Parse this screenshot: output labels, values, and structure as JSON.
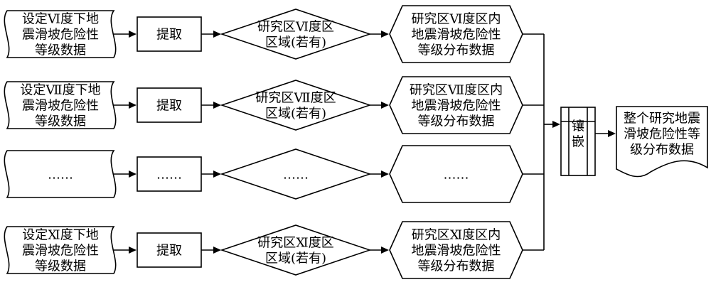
{
  "rows": [
    {
      "input": [
        "设定Ⅵ度下地",
        "震滑坡危险性",
        "等级数据"
      ],
      "extract": [
        "提取"
      ],
      "region": [
        "研究区Ⅵ度区",
        "区域(若有)"
      ],
      "output": [
        "研究区Ⅵ度区内",
        "地震滑坡危险性",
        "等级分布数据"
      ]
    },
    {
      "input": [
        "设定Ⅶ度下地",
        "震滑坡危险性",
        "等级数据"
      ],
      "extract": [
        "提取"
      ],
      "region": [
        "研究区Ⅶ度区",
        "区域(若有)"
      ],
      "output": [
        "研究区Ⅶ度区内",
        "地震滑坡危险性",
        "等级分布数据"
      ]
    },
    {
      "input": [
        "……"
      ],
      "extract": [
        "……"
      ],
      "region": [
        "……"
      ],
      "output": [
        "……"
      ]
    },
    {
      "input": [
        "设定Ⅺ度下地",
        "震滑坡危险性",
        "等级数据"
      ],
      "extract": [
        "提取"
      ],
      "region": [
        "研究区Ⅺ度区",
        "区域(若有)"
      ],
      "output": [
        "研究区Ⅺ度区内",
        "地震滑坡危险性",
        "等级分布数据"
      ]
    }
  ],
  "mosaic": {
    "label": [
      "镶",
      "嵌"
    ]
  },
  "result": {
    "label": [
      "整个研究地震",
      "滑坡危险性等",
      "级分布数据"
    ]
  }
}
